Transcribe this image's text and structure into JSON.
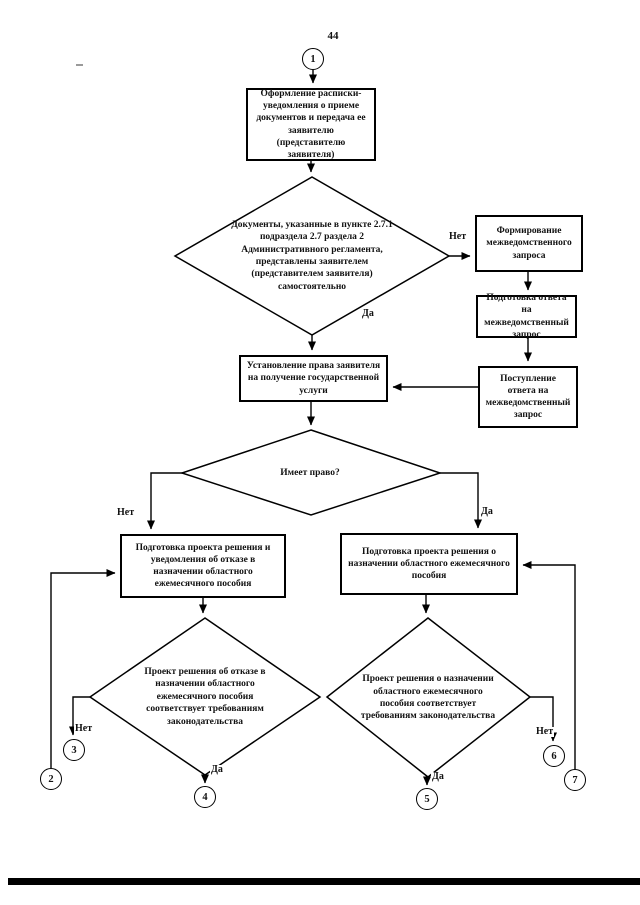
{
  "page_number": "44",
  "labels": {
    "yes": "Да",
    "no": "Нет"
  },
  "connectors": [
    "1",
    "2",
    "3",
    "4",
    "5",
    "6",
    "7"
  ],
  "nodes": {
    "receipt_box": "Оформление расписки-уведомления о приеме документов и передача ее заявителю (представителю заявителя)",
    "docs_decision": "Документы, указанные в пункте 2.7.1 подраздела 2.7 раздела 2 Административного регламента, представлены заявителем (представителем заявителя) самостоятельно",
    "form_request": "Формирование межведомственного запроса",
    "prepare_answer": "Подготовка ответа на межведомственный запрос",
    "receive_answer": "Поступление ответа на межведомственный запрос",
    "establish_right": "Установление права заявителя на получение государственной услуги",
    "has_right_decision": "Имеет право?",
    "refusal_draft": "Подготовка проекта решения и уведомления об отказе в назначении областного ежемесячного пособия",
    "approval_draft": "Подготовка проекта решения о назначении областного ежемесячного пособия",
    "refusal_check_decision": "Проект решения об отказе в назначении областного ежемесячного пособия соответствует требованиям законодательства",
    "approval_check_decision": "Проект решения о назначении областного ежемесячного пособия соответствует требованиям законодательства"
  },
  "colors": {
    "ink": "#000000",
    "paper": "#ffffff"
  }
}
